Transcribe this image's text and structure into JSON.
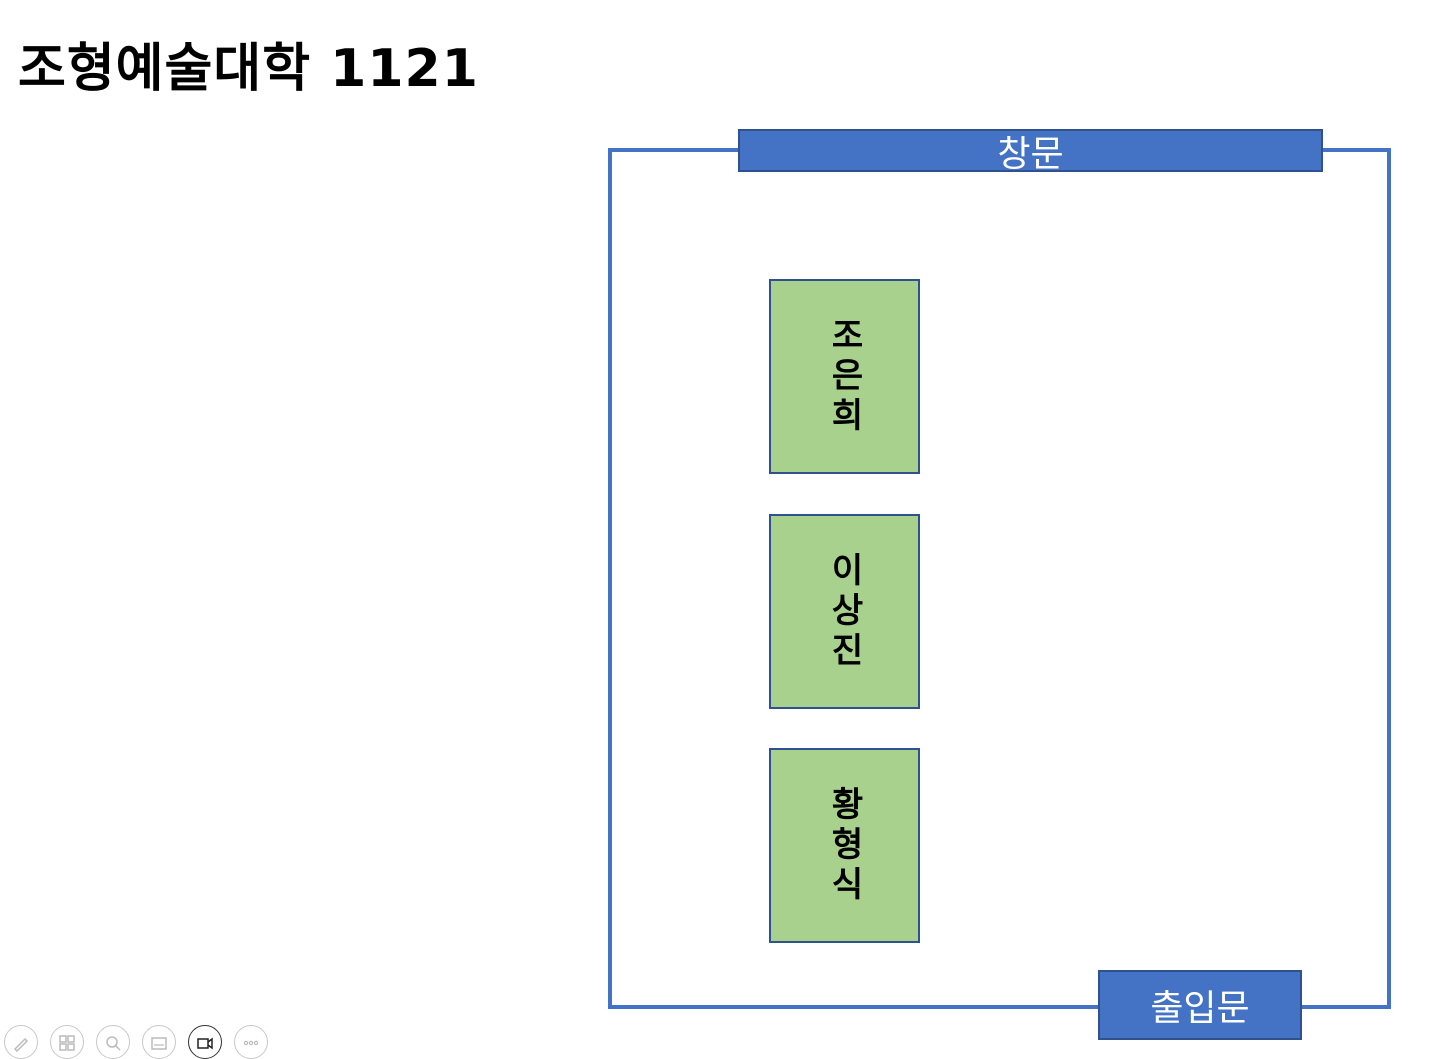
{
  "title": "조형예술대학 1121",
  "room": {
    "window_label": "창문",
    "entrance_label": "출입문",
    "desks": [
      {
        "name": "조은희"
      },
      {
        "name": "이상진"
      },
      {
        "name": "황형식"
      }
    ]
  },
  "colors": {
    "wall": "#4472c4",
    "door_fill": "#4472c4",
    "desk_fill": "#a9d18e",
    "desk_border": "#2f528f"
  },
  "toolbar": {
    "icons": [
      "pen-icon",
      "slides-grid-icon",
      "zoom-icon",
      "subtitles-icon",
      "video-camera-icon",
      "more-options-icon"
    ]
  }
}
